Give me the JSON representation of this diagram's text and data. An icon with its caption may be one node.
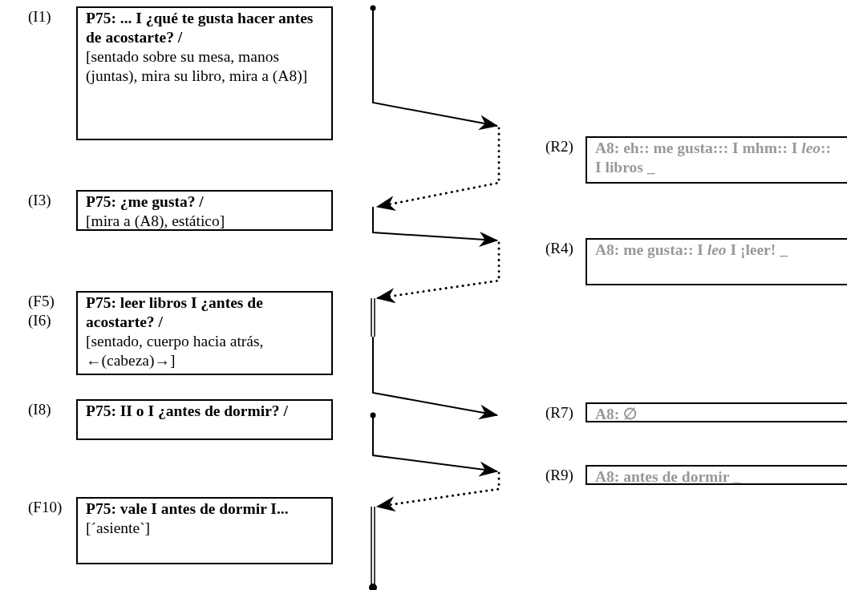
{
  "diagram": {
    "nodes": [
      {
        "text": [
          "P75: ... I ¿qué te gusta hacer antes de acostarte? /",
          "[sentado sobre su mesa, manos (juntas), mira su libro, mira a (A8)]"
        ],
        "beside": [
          "(I1)"
        ]
      },
      {
        "text": [
          "A8: eh:: me gusta::: I mhm:: I *leo*:: I libros _"
        ],
        "beside": [
          "(R2)"
        ]
      },
      {
        "text": [
          "P75: ¿me gusta? /",
          "[mira a (A8), estático]"
        ],
        "beside": [
          "(I3)"
        ]
      },
      {
        "text": [
          "A8: me gusta:: I *leo* I ¡leer! _"
        ],
        "beside": [
          "(R4)"
        ]
      },
      {
        "text": [
          "P75: leer libros I ¿antes de acostarte? /",
          "[sentado, cuerpo hacia atrás, ←(cabeza)→]"
        ],
        "beside": [
          "(F5)",
          "(I6)"
        ]
      },
      {
        "text": [
          "A8: ∅"
        ],
        "beside": [
          "(R7)"
        ]
      },
      {
        "text": [
          "P75: II o I ¿antes de dormir? /"
        ],
        "beside": [
          "(I8)"
        ]
      },
      {
        "text": [
          "A8: antes de dormir _"
        ],
        "beside": [
          "(R9)"
        ]
      },
      {
        "text": [
          "P75: vale I antes de dormir I...",
          "[´asiente`]"
        ],
        "beside": [
          "(F10)"
        ]
      }
    ],
    "edges": [
      {
        "from": 0,
        "to": 1,
        "arrow": "to"
      },
      {
        "from": 1,
        "to": 2,
        "arrow": "to",
        "style": "dashed"
      },
      {
        "from": 2,
        "to": 3,
        "arrow": "to"
      },
      {
        "from": 3,
        "to": 4,
        "arrow": "to",
        "style": "dashed"
      },
      {
        "from": 4,
        "to": 5,
        "arrow": "to"
      },
      {
        "from": 6,
        "to": 7,
        "arrow": "to"
      },
      {
        "from": 7,
        "to": 8,
        "arrow": "to",
        "style": "dashed"
      }
    ]
  }
}
